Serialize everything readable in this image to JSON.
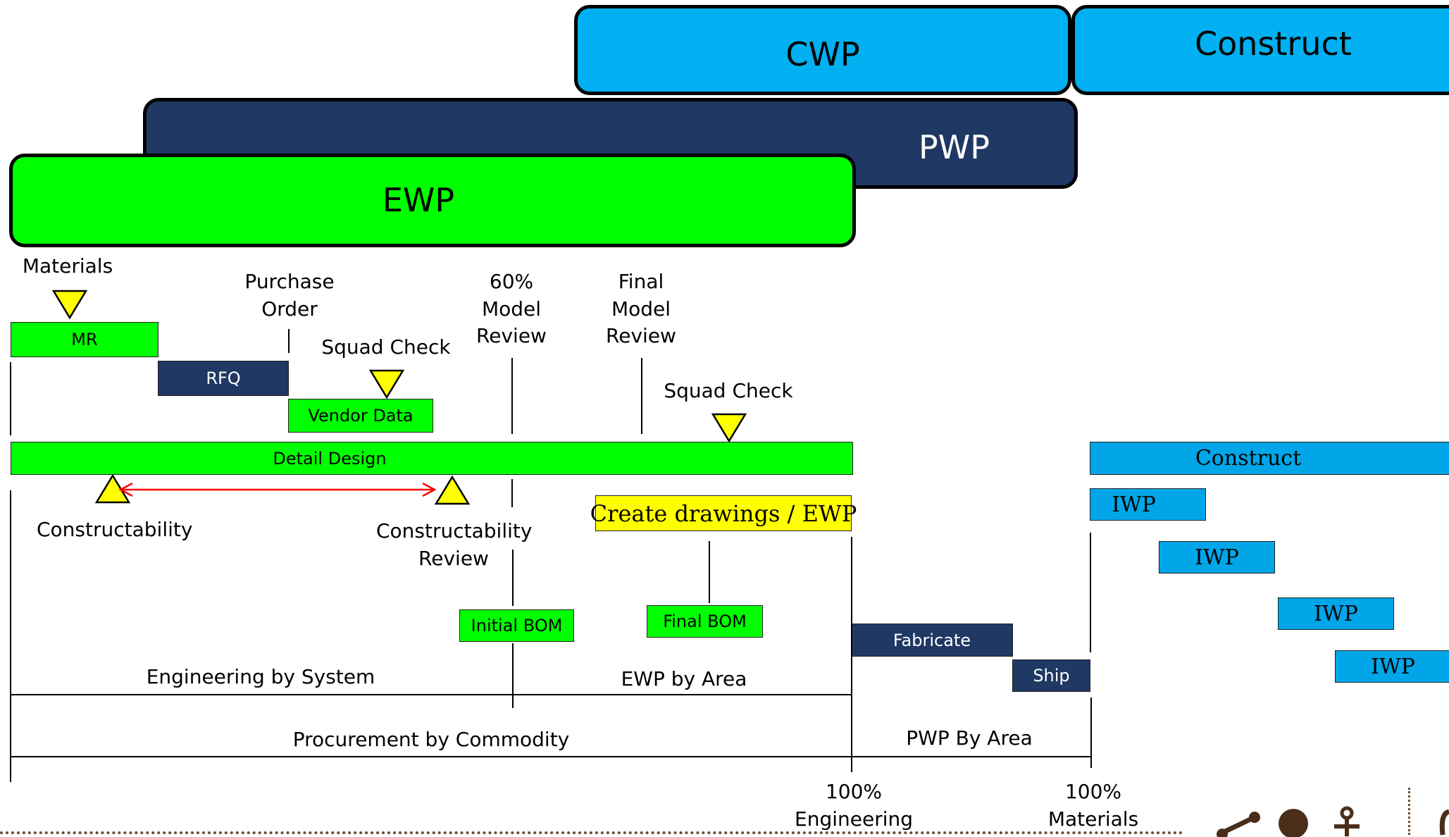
{
  "phases": {
    "cwp": "CWP",
    "construct": "Construct",
    "pwp": "PWP",
    "ewp": "EWP"
  },
  "milestones": {
    "materials": "Materials",
    "purchase_order": [
      "Purchase",
      "Order"
    ],
    "squad_check_1": "Squad Check",
    "model_review_60": [
      "60%",
      "Model",
      "Review"
    ],
    "final_model_review": [
      "Final",
      "Model",
      "Review"
    ],
    "squad_check_2": "Squad Check",
    "constructability": "Constructability",
    "constructability_review": [
      "Constructability",
      "Review"
    ],
    "engineering_100": [
      "100%",
      "Engineering"
    ],
    "materials_100": [
      "100%",
      "Materials"
    ]
  },
  "tasks": {
    "mr": "MR",
    "rfq": "RFQ",
    "vendor_data": "Vendor Data",
    "detail_design": "Detail Design",
    "create_drawings": "Create drawings / EWP",
    "initial_bom": "Initial BOM",
    "final_bom": "Final BOM",
    "fabricate": "Fabricate",
    "ship": "Ship",
    "construct": "Construct",
    "iwp": [
      "IWP",
      "IWP",
      "IWP",
      "IWP"
    ]
  },
  "spans": {
    "engineering_by_system": "Engineering by System",
    "ewp_by_area": "EWP by Area",
    "procurement_by_commodity": "Procurement by Commodity",
    "pwp_by_area": "PWP By Area"
  },
  "colors": {
    "ewp_green": "#00ff00",
    "pwp_navy": "#1f3864",
    "cwp_blue": "#00b0f0",
    "construct_blue": "#00a6e8",
    "milestone_yellow": "#ffff00",
    "arrow_red": "#ff0000"
  },
  "icons": [
    "share-icon",
    "circle-icon",
    "anchor-icon"
  ]
}
